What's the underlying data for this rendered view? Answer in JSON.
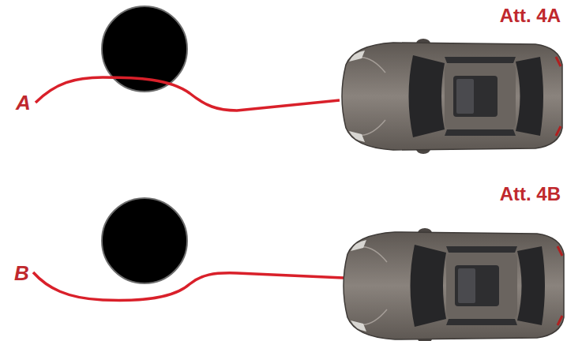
{
  "diagram": {
    "labels": [
      "Att. 4A",
      "A",
      "Att. 4B",
      "B"
    ]
  }
}
